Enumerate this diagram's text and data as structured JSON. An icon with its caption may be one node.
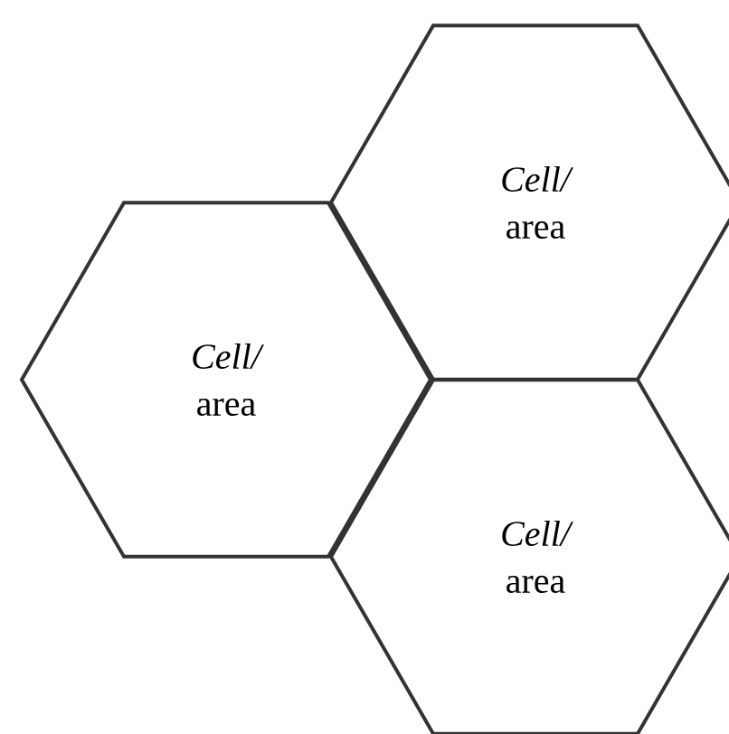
{
  "diagram": {
    "nodes": [
      {
        "text": [
          "*Cell/* area"
        ]
      },
      {
        "text": [
          "*Cell/* area"
        ]
      },
      {
        "text": [
          "*Cell/* area"
        ]
      }
    ]
  }
}
